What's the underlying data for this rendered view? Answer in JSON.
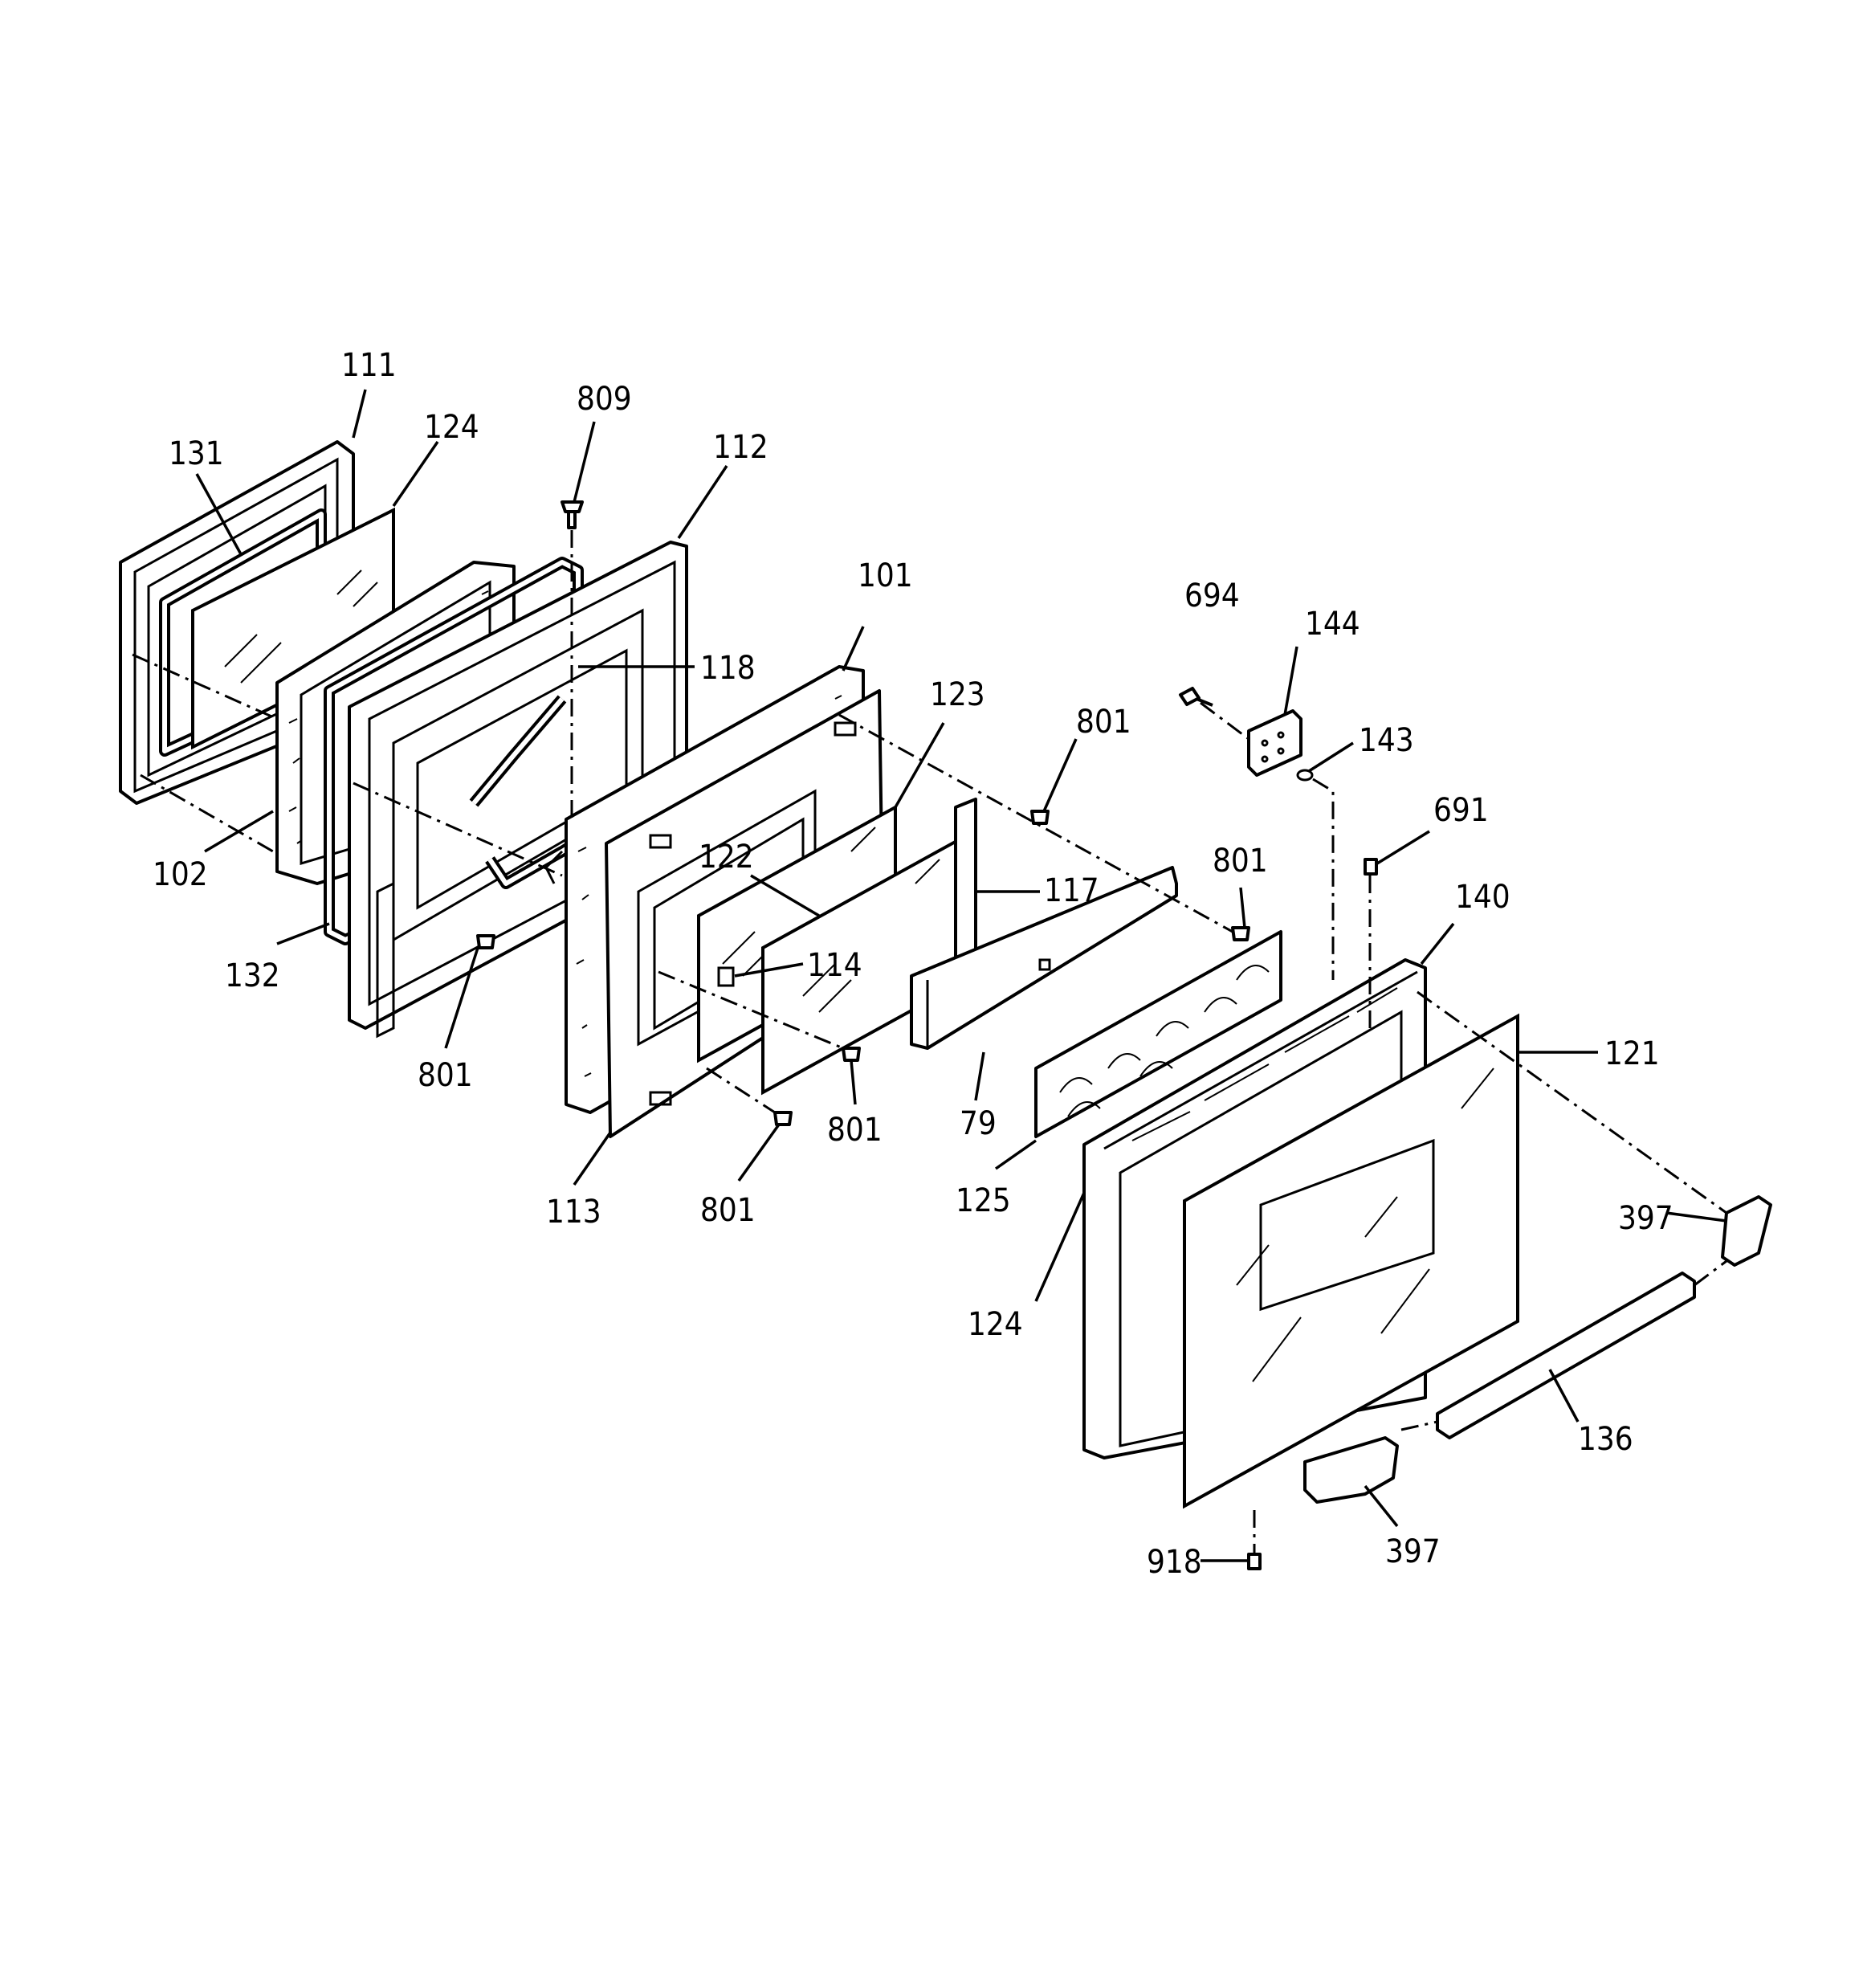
{
  "callouts": [
    {
      "id": "c111",
      "text": "111"
    },
    {
      "id": "c131",
      "text": "131"
    },
    {
      "id": "c124a",
      "text": "124"
    },
    {
      "id": "c809",
      "text": "809"
    },
    {
      "id": "c112",
      "text": "112"
    },
    {
      "id": "c118",
      "text": "118"
    },
    {
      "id": "c101",
      "text": "101"
    },
    {
      "id": "c123",
      "text": "123"
    },
    {
      "id": "c801a",
      "text": "801"
    },
    {
      "id": "c694",
      "text": "694"
    },
    {
      "id": "c144",
      "text": "144"
    },
    {
      "id": "c143",
      "text": "143"
    },
    {
      "id": "c691",
      "text": "691"
    },
    {
      "id": "c140",
      "text": "140"
    },
    {
      "id": "c801b",
      "text": "801"
    },
    {
      "id": "c117",
      "text": "117"
    },
    {
      "id": "c122",
      "text": "122"
    },
    {
      "id": "c114",
      "text": "114"
    },
    {
      "id": "c102",
      "text": "102"
    },
    {
      "id": "c132",
      "text": "132"
    },
    {
      "id": "c801c",
      "text": "801"
    },
    {
      "id": "c801d",
      "text": "801"
    },
    {
      "id": "c801e",
      "text": "801"
    },
    {
      "id": "c113",
      "text": "113"
    },
    {
      "id": "c79",
      "text": "79"
    },
    {
      "id": "c125",
      "text": "125"
    },
    {
      "id": "c121",
      "text": "121"
    },
    {
      "id": "c124b",
      "text": "124"
    },
    {
      "id": "c397a",
      "text": "397"
    },
    {
      "id": "c136",
      "text": "136"
    },
    {
      "id": "c918",
      "text": "918"
    },
    {
      "id": "c397b",
      "text": "397"
    }
  ]
}
